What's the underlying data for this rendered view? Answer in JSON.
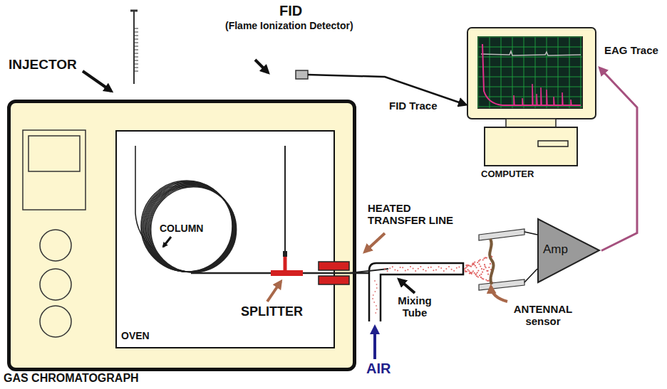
{
  "diagram": {
    "nodes": [
      {
        "text": [
          "GAS CHROMATOGRAPH"
        ]
      },
      {
        "text": [
          "OVEN"
        ],
        "in": 0
      },
      {
        "text": [
          "Amp"
        ]
      },
      {
        "text": [
          "COMPUTER"
        ]
      }
    ],
    "edges": [
      {
        "from": 2,
        "to": 3,
        "arrow": "to",
        "label": "EAG Trace"
      }
    ],
    "labels": [
      "INJECTOR",
      "FID",
      "(Flame Ionization Detector)",
      "FID Trace",
      "COLUMN",
      "HEATED TRANSFER LINE",
      "SPLITTER",
      "Mixing Tube",
      "AIR",
      "ANTENNAL sensor"
    ]
  }
}
